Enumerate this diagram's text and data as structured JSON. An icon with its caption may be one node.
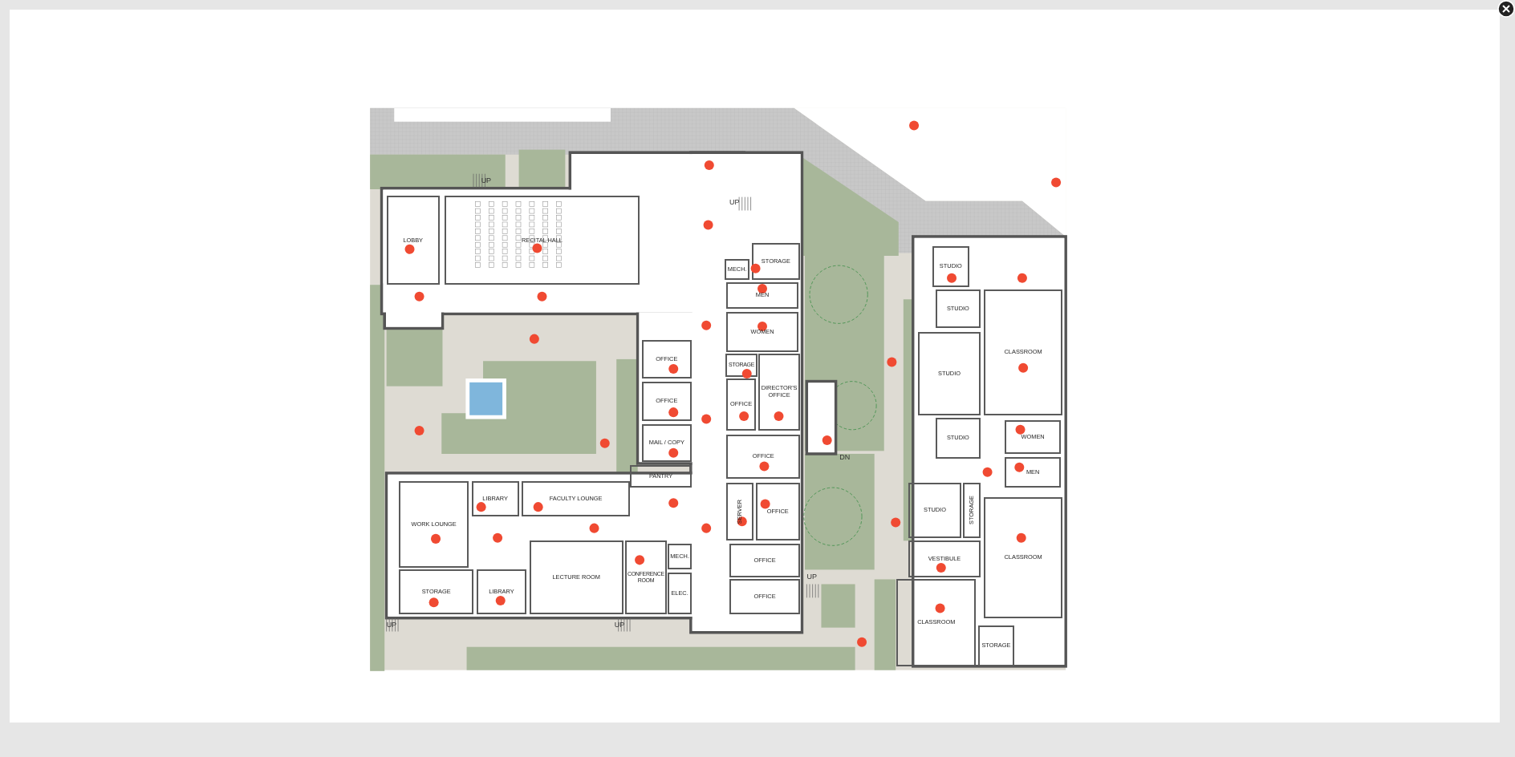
{
  "diagram": {
    "nodes": [
      {
        "text": [
          "LOBBY"
        ]
      },
      {
        "text": [
          "RECITAL HALL"
        ]
      },
      {
        "text": [
          "MECH."
        ]
      },
      {
        "text": [
          "STORAGE"
        ]
      },
      {
        "text": [
          "STUDIO"
        ]
      },
      {
        "text": [
          "MEN"
        ]
      },
      {
        "text": [
          "STUDIO"
        ]
      },
      {
        "text": [
          "WOMEN"
        ]
      },
      {
        "text": [
          "CLASSROOM"
        ]
      },
      {
        "text": [
          "OFFICE"
        ]
      },
      {
        "text": [
          "STORAGE"
        ]
      },
      {
        "text": [
          "STUDIO"
        ]
      },
      {
        "text": [
          "DIRECTOR'S OFFICE"
        ]
      },
      {
        "text": [
          "OFFICE"
        ]
      },
      {
        "text": [
          "OFFICE"
        ]
      },
      {
        "text": [
          "WOMEN"
        ]
      },
      {
        "text": [
          "STUDIO"
        ]
      },
      {
        "text": [
          "MAIL / COPY"
        ]
      },
      {
        "text": [
          "OFFICE"
        ]
      },
      {
        "text": [
          "MEN"
        ]
      },
      {
        "text": [
          "PANTRY"
        ]
      },
      {
        "text": [
          "LIBRARY"
        ]
      },
      {
        "text": [
          "FACULTY LOUNGE"
        ]
      },
      {
        "text": [
          "SERVER"
        ]
      },
      {
        "text": [
          "OFFICE"
        ]
      },
      {
        "text": [
          "STUDIO"
        ]
      },
      {
        "text": [
          "STORAGE"
        ]
      },
      {
        "text": [
          "WORK LOUNGE"
        ]
      },
      {
        "text": [
          "CLASSROOM"
        ]
      },
      {
        "text": [
          "VESTIBULE"
        ]
      },
      {
        "text": [
          "MECH."
        ]
      },
      {
        "text": [
          "OFFICE"
        ]
      },
      {
        "text": [
          "LECTURE ROOM"
        ]
      },
      {
        "text": [
          "CONFERENCE ROOM"
        ]
      },
      {
        "text": [
          "STORAGE"
        ]
      },
      {
        "text": [
          "LIBRARY"
        ]
      },
      {
        "text": [
          "ELEC."
        ]
      },
      {
        "text": [
          "OFFICE"
        ]
      },
      {
        "text": [
          "CLASSROOM"
        ]
      },
      {
        "text": [
          "STORAGE"
        ]
      }
    ],
    "labels": [
      "UP",
      "UP",
      "DN",
      "UP",
      "UP",
      "UP"
    ]
  }
}
